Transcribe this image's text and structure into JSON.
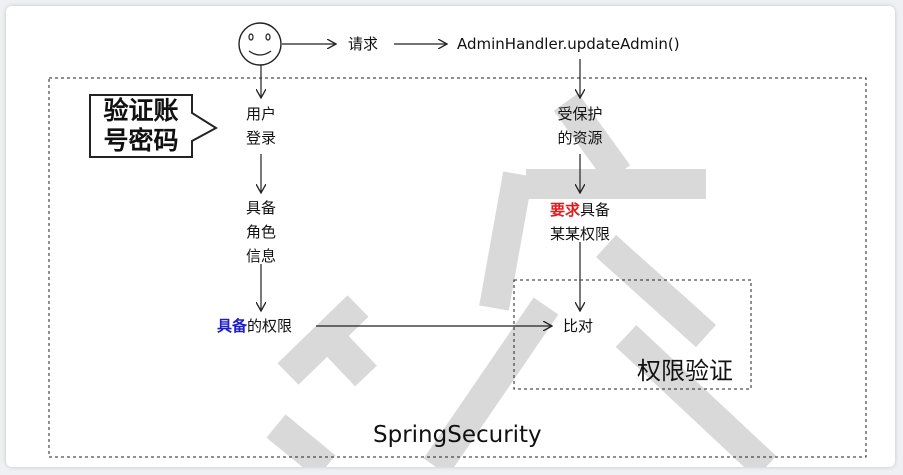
{
  "diagram": {
    "actor_icon": "smiley-face-icon",
    "request_label": "请求",
    "handler_label": "AdminHandler.updateAdmin()",
    "callout_line1": "验证账",
    "callout_line2": "号密码",
    "login_line1": "用户",
    "login_line2": "登录",
    "role_line1": "具备",
    "role_line2": "角色",
    "role_line3": "信息",
    "has_perm_highlight": "具备",
    "has_perm_rest": "的权限",
    "protected_line1": "受保护",
    "protected_line2": "的资源",
    "require_highlight": "要求",
    "require_rest": "具备",
    "require_line2": "某某权限",
    "compare_label": "比对",
    "auth_box_label": "权限验证",
    "outer_box_label": "SpringSecurity"
  }
}
